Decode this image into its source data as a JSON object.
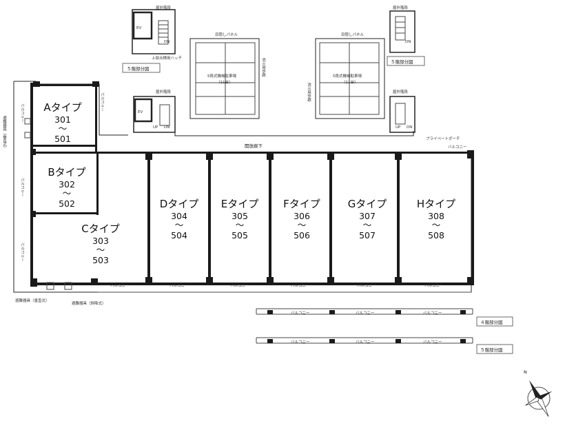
{
  "units": [
    {
      "type": "Aタイプ",
      "n1": "301",
      "sep": "～",
      "n2": "501"
    },
    {
      "type": "Bタイプ",
      "n1": "302",
      "sep": "～",
      "n2": "502"
    },
    {
      "type": "Cタイプ",
      "n1": "303",
      "sep": "～",
      "n2": "503"
    },
    {
      "type": "Dタイプ",
      "n1": "304",
      "sep": "～",
      "n2": "504"
    },
    {
      "type": "Eタイプ",
      "n1": "305",
      "sep": "～",
      "n2": "505"
    },
    {
      "type": "Fタイプ",
      "n1": "306",
      "sep": "～",
      "n2": "506"
    },
    {
      "type": "Gタイプ",
      "n1": "307",
      "sep": "～",
      "n2": "507"
    },
    {
      "type": "Hタイプ",
      "n1": "308",
      "sep": "～",
      "n2": "508"
    }
  ],
  "labels": {
    "outdoor_stair": "屋外階段",
    "ev": "EV",
    "dn": "DN",
    "up": "UP",
    "hatch": "上部点検用ハッチ",
    "floor5_partial": "５階部分図",
    "floor4_partial": "４階部分図",
    "screen_panel": "目隠しパネル",
    "parking": "5段式機械駐車場",
    "parking_count": "（11台）",
    "fire_stair": "消火用歩廊",
    "corridor": "開放廊下",
    "balcony": "バルコニー",
    "private_porch": "プライベートポーチ",
    "evac_vertical": "避難器具（垂直式）",
    "evac_descending": "避難器具（斜降式）",
    "north": "N"
  }
}
